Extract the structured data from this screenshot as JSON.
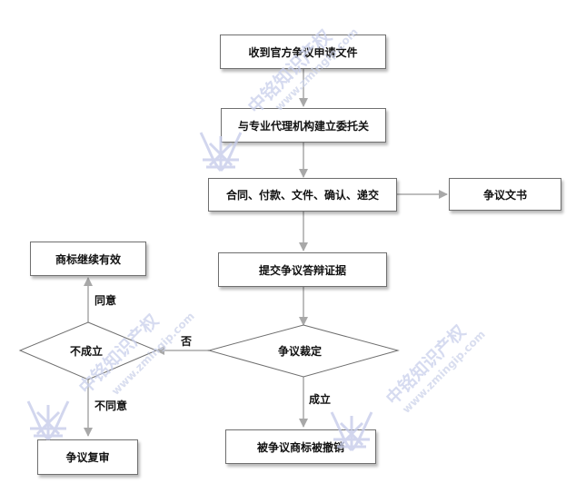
{
  "nodes": {
    "receive_docs": "收到官方争议申请文件",
    "engage_agency": "与专业代理机构建立委托关",
    "contract_steps": "合同、付款、文件、确认、递交",
    "dispute_document": "争议文书",
    "submit_evidence": "提交争议答辩证据",
    "dispute_ruling": "争议裁定",
    "not_established": "不成立",
    "mark_remains_valid": "商标继续有效",
    "dispute_review": "争议复审",
    "mark_revoked": "被争议商标被撤销"
  },
  "edges": {
    "agree": "同意",
    "disagree": "不同意",
    "no": "否",
    "established": "成立"
  },
  "watermark": {
    "brand": "中铭知识产权",
    "url": "www.zmingip.com"
  },
  "colors": {
    "box_border": "#6f6f6f",
    "arrow": "#a8a8a8",
    "watermark": "#c9d0ec"
  }
}
